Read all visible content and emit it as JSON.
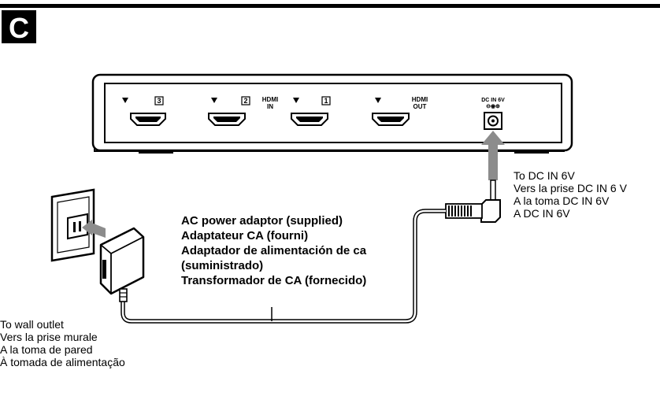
{
  "section_letter": "C",
  "device": {
    "ports": [
      {
        "number": "3"
      },
      {
        "number": "2"
      },
      {
        "number": "1"
      }
    ],
    "hdmi_in_label": [
      "HDMI",
      "IN"
    ],
    "hdmi_out_label": [
      "HDMI",
      "OUT"
    ],
    "dc_in_label": "DC IN 6V",
    "polarity_symbol": "⊖◉⊕"
  },
  "dc_in_callout": [
    "To DC IN 6V",
    "Vers la prise DC IN 6 V",
    "A la toma DC IN 6V",
    "A DC IN 6V"
  ],
  "adaptor_callout": [
    "AC power adaptor (supplied)",
    "Adaptateur CA (fourni)",
    "Adaptador de alimentación de ca",
    "(suministrado)",
    "Transformador de CA (fornecido)"
  ],
  "wall_callout": [
    "To wall outlet",
    "Vers la prise murale",
    "A la toma de pared",
    "À tomada de alimentação"
  ]
}
